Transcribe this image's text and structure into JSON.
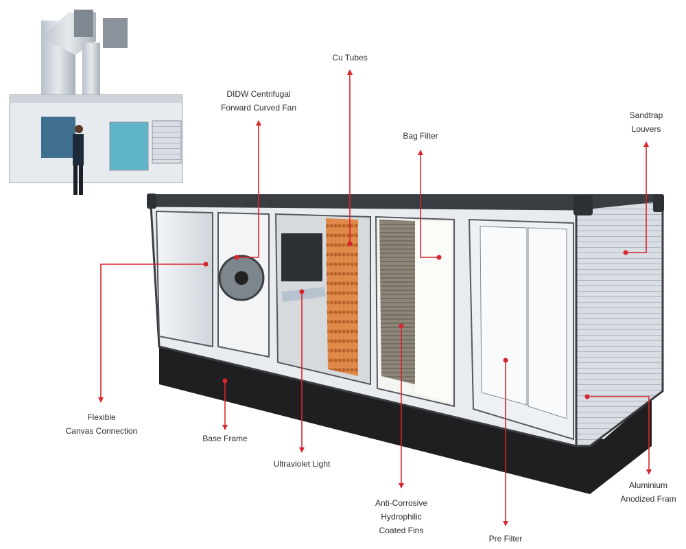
{
  "callouts": [
    {
      "id": "cu-tubes",
      "lines": [
        "Cu Tubes"
      ]
    },
    {
      "id": "fan",
      "lines": [
        "DIDW Centrifugal",
        "Forward Curved Fan"
      ]
    },
    {
      "id": "bag-filter",
      "lines": [
        "Bag Filter"
      ]
    },
    {
      "id": "louvers",
      "lines": [
        "Sandtrap",
        "Louvers"
      ]
    },
    {
      "id": "canvas",
      "lines": [
        "Flexible",
        "Canvas Connection"
      ]
    },
    {
      "id": "base-frame",
      "lines": [
        "Base Frame"
      ]
    },
    {
      "id": "uv-light",
      "lines": [
        "Ultraviolet Light"
      ]
    },
    {
      "id": "fins",
      "lines": [
        "Anti-Corrosive",
        "Hydrophilic",
        "Coated Fins"
      ]
    },
    {
      "id": "pre-filter",
      "lines": [
        "Pre Filter"
      ]
    },
    {
      "id": "alu-frame",
      "lines": [
        "Aluminium",
        "Anodized Fram"
      ]
    }
  ],
  "colors": {
    "leader": "#d8262b",
    "frame": "#3a3d42",
    "panel": "#e3e7ec",
    "base": "#1f1f22",
    "copper": "#c8743a"
  }
}
